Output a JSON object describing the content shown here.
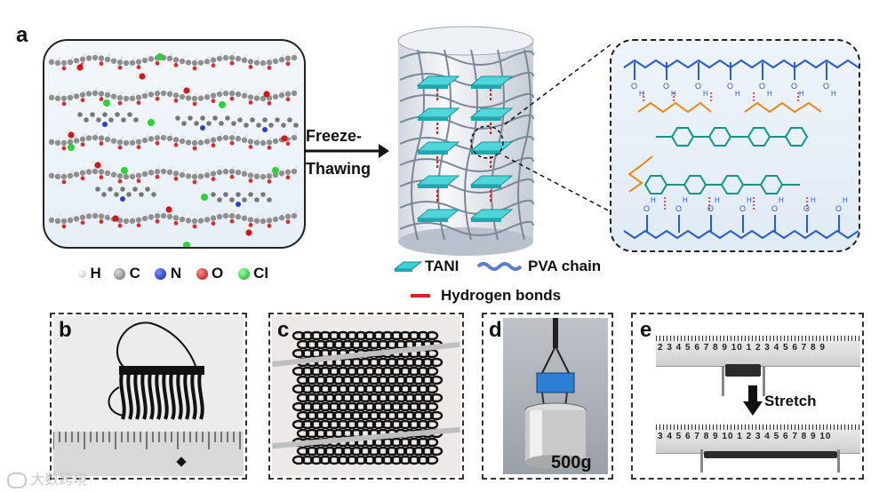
{
  "panel_a": {
    "label": "a",
    "legend_atoms": [
      {
        "symbol": "H",
        "color": "#e6e6e6"
      },
      {
        "symbol": "C",
        "color": "#8a8a8a"
      },
      {
        "symbol": "N",
        "color": "#1f33c9"
      },
      {
        "symbol": "O",
        "color": "#d01a1a"
      },
      {
        "symbol": "Cl",
        "color": "#2fd13a"
      }
    ],
    "process_line1": "Freeze-",
    "process_line2": "Thawing",
    "legend_tani": "TANI",
    "legend_pva": "PVA chain",
    "legend_hbond": "Hydrogen bonds",
    "colors": {
      "pva": "#2a5bd6",
      "peg": "#e88a1a",
      "tani": "#14958a",
      "hbond": "#e02020"
    }
  },
  "panel_b": {
    "label": "b"
  },
  "panel_c": {
    "label": "c"
  },
  "panel_d": {
    "label": "d",
    "weight": "500g"
  },
  "panel_e": {
    "label": "e",
    "action": "Stretch",
    "ruler_top": "2 3 4 5 6 7 8 9 10 1 2 3 4 5 6 7 8 9",
    "ruler_bottom": "3 4 5 6 7 8 9 10 1 2 3 4 5 6 7 8 9 10"
  },
  "watermark": "大数跨境"
}
